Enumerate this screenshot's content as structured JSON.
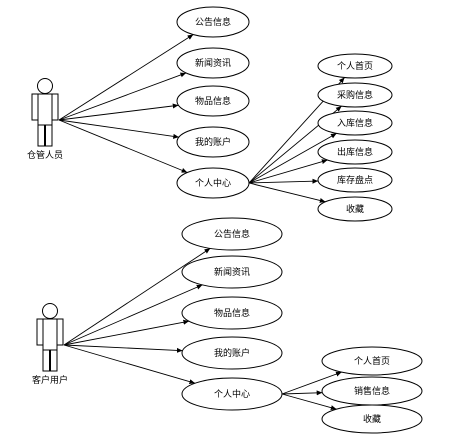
{
  "actors": [
    {
      "name": "仓管人员",
      "use_cases": [
        "公告信息",
        "新闻资讯",
        "物品信息",
        "我的账户",
        "个人中心"
      ],
      "personal_center": {
        "label": "个人中心",
        "items": [
          "个人首页",
          "采购信息",
          "入库信息",
          "出库信息",
          "库存盘点",
          "收藏"
        ]
      }
    },
    {
      "name": "客户用户",
      "use_cases": [
        "公告信息",
        "新闻资讯",
        "物品信息",
        "我的账户",
        "个人中心"
      ],
      "personal_center": {
        "label": "个人中心",
        "items": [
          "个人首页",
          "销售信息",
          "收藏"
        ]
      }
    }
  ]
}
